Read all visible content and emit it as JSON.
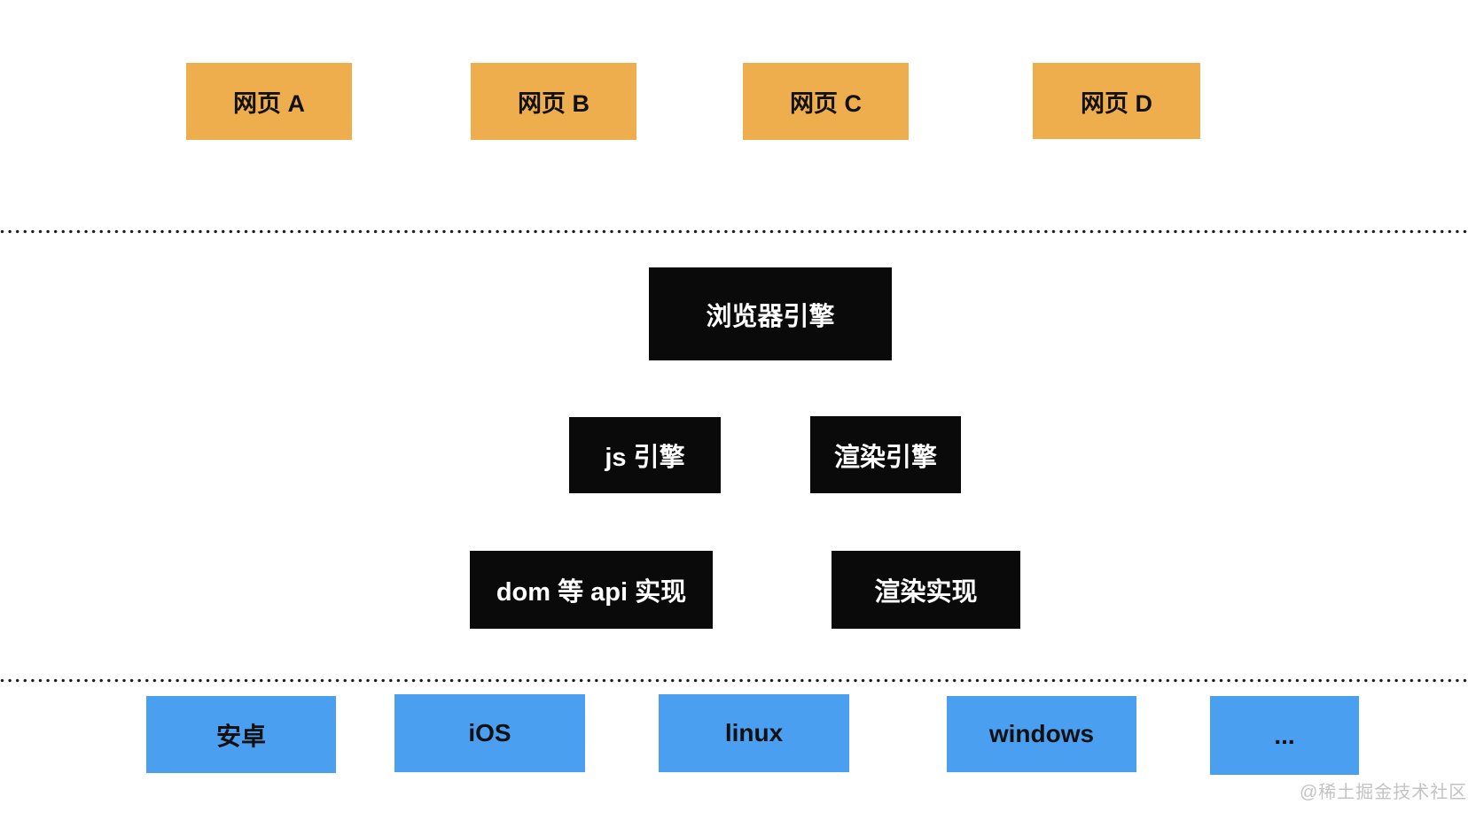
{
  "page": {
    "background": "#FFFFFF",
    "watermark": "@稀土掘金技术社区"
  },
  "colors": {
    "web_box_bg": "#EFAE4E",
    "engine_box_bg": "#0A0A0A",
    "platform_box_bg": "#4A9FF0",
    "dark_text": "#111111",
    "light_text": "#FFFFFF",
    "divider_dot": "#1A1A1A",
    "watermark_text": "#C3C3C3"
  },
  "layers": {
    "web_pages": {
      "items": [
        {
          "label": "网页 A"
        },
        {
          "label": "网页 B"
        },
        {
          "label": "网页 C"
        },
        {
          "label": "网页 D"
        }
      ]
    },
    "engines": {
      "browser_engine_label": "浏览器引擎",
      "js_engine_label": "js 引擎",
      "render_engine_label": "渲染引擎",
      "dom_api_impl_label": "dom 等 api 实现",
      "render_impl_label": "渲染实现"
    },
    "platforms": {
      "items": [
        {
          "label": "安卓"
        },
        {
          "label": "iOS"
        },
        {
          "label": "linux"
        },
        {
          "label": "windows"
        },
        {
          "label": "..."
        }
      ]
    }
  }
}
